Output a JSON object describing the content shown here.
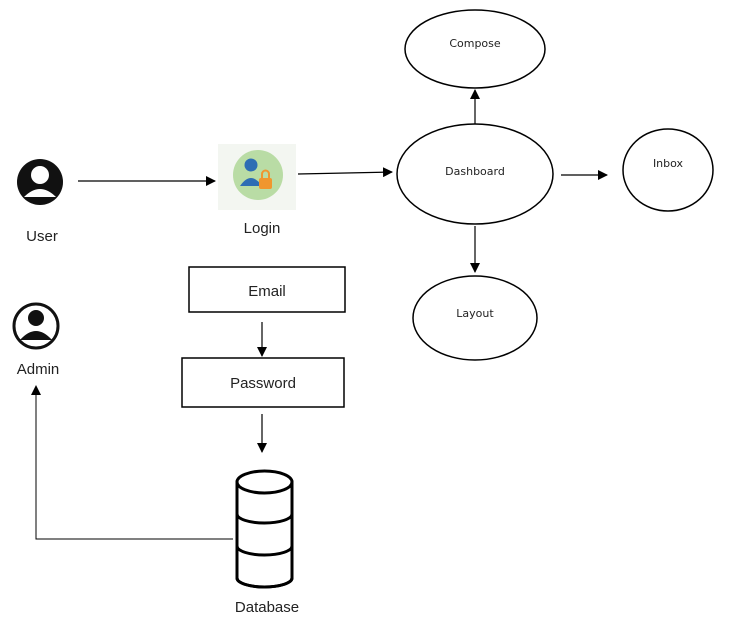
{
  "nodes": {
    "user": "User",
    "admin": "Admin",
    "login": "Login",
    "email": "Email",
    "password": "Password",
    "database": "Database",
    "dashboard": "Dashboard",
    "compose": "Compose",
    "inbox": "Inbox",
    "layout": "Layout"
  },
  "icons": {
    "user": "user-avatar-icon",
    "admin": "admin-avatar-icon",
    "login": "login-user-lock-icon",
    "database": "database-cylinder-icon"
  },
  "colors": {
    "stroke": "#000000",
    "login_badge_bg": "#b9dca5",
    "login_person": "#2e6db4",
    "login_lock": "#f0962e"
  }
}
